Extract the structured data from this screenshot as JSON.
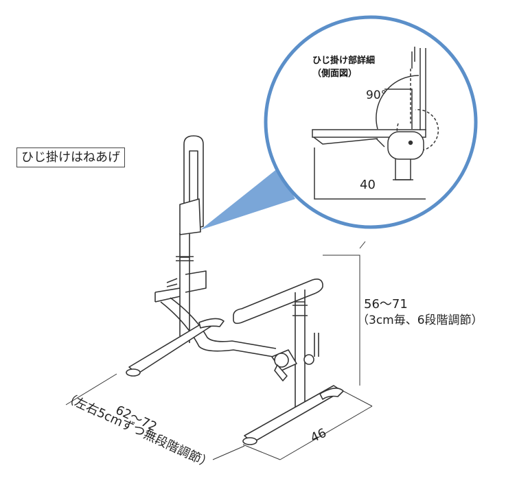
{
  "tag_label": "ひじ掛けはねあげ",
  "detail": {
    "title": "ひじ掛け部詳細",
    "subtitle": "（側面図）",
    "angle": "90°",
    "width": "40"
  },
  "dimensions": {
    "height_value": "56〜71",
    "height_note": "（3cm毎、6段階調節）",
    "depth_value": "46",
    "width_value": "62〜72",
    "width_note": "（左右5cmずつ無段階調節）"
  },
  "colors": {
    "callout_circle": "#5b8fc9",
    "callout_wedge": "#7aa6d8",
    "line": "#333333"
  }
}
